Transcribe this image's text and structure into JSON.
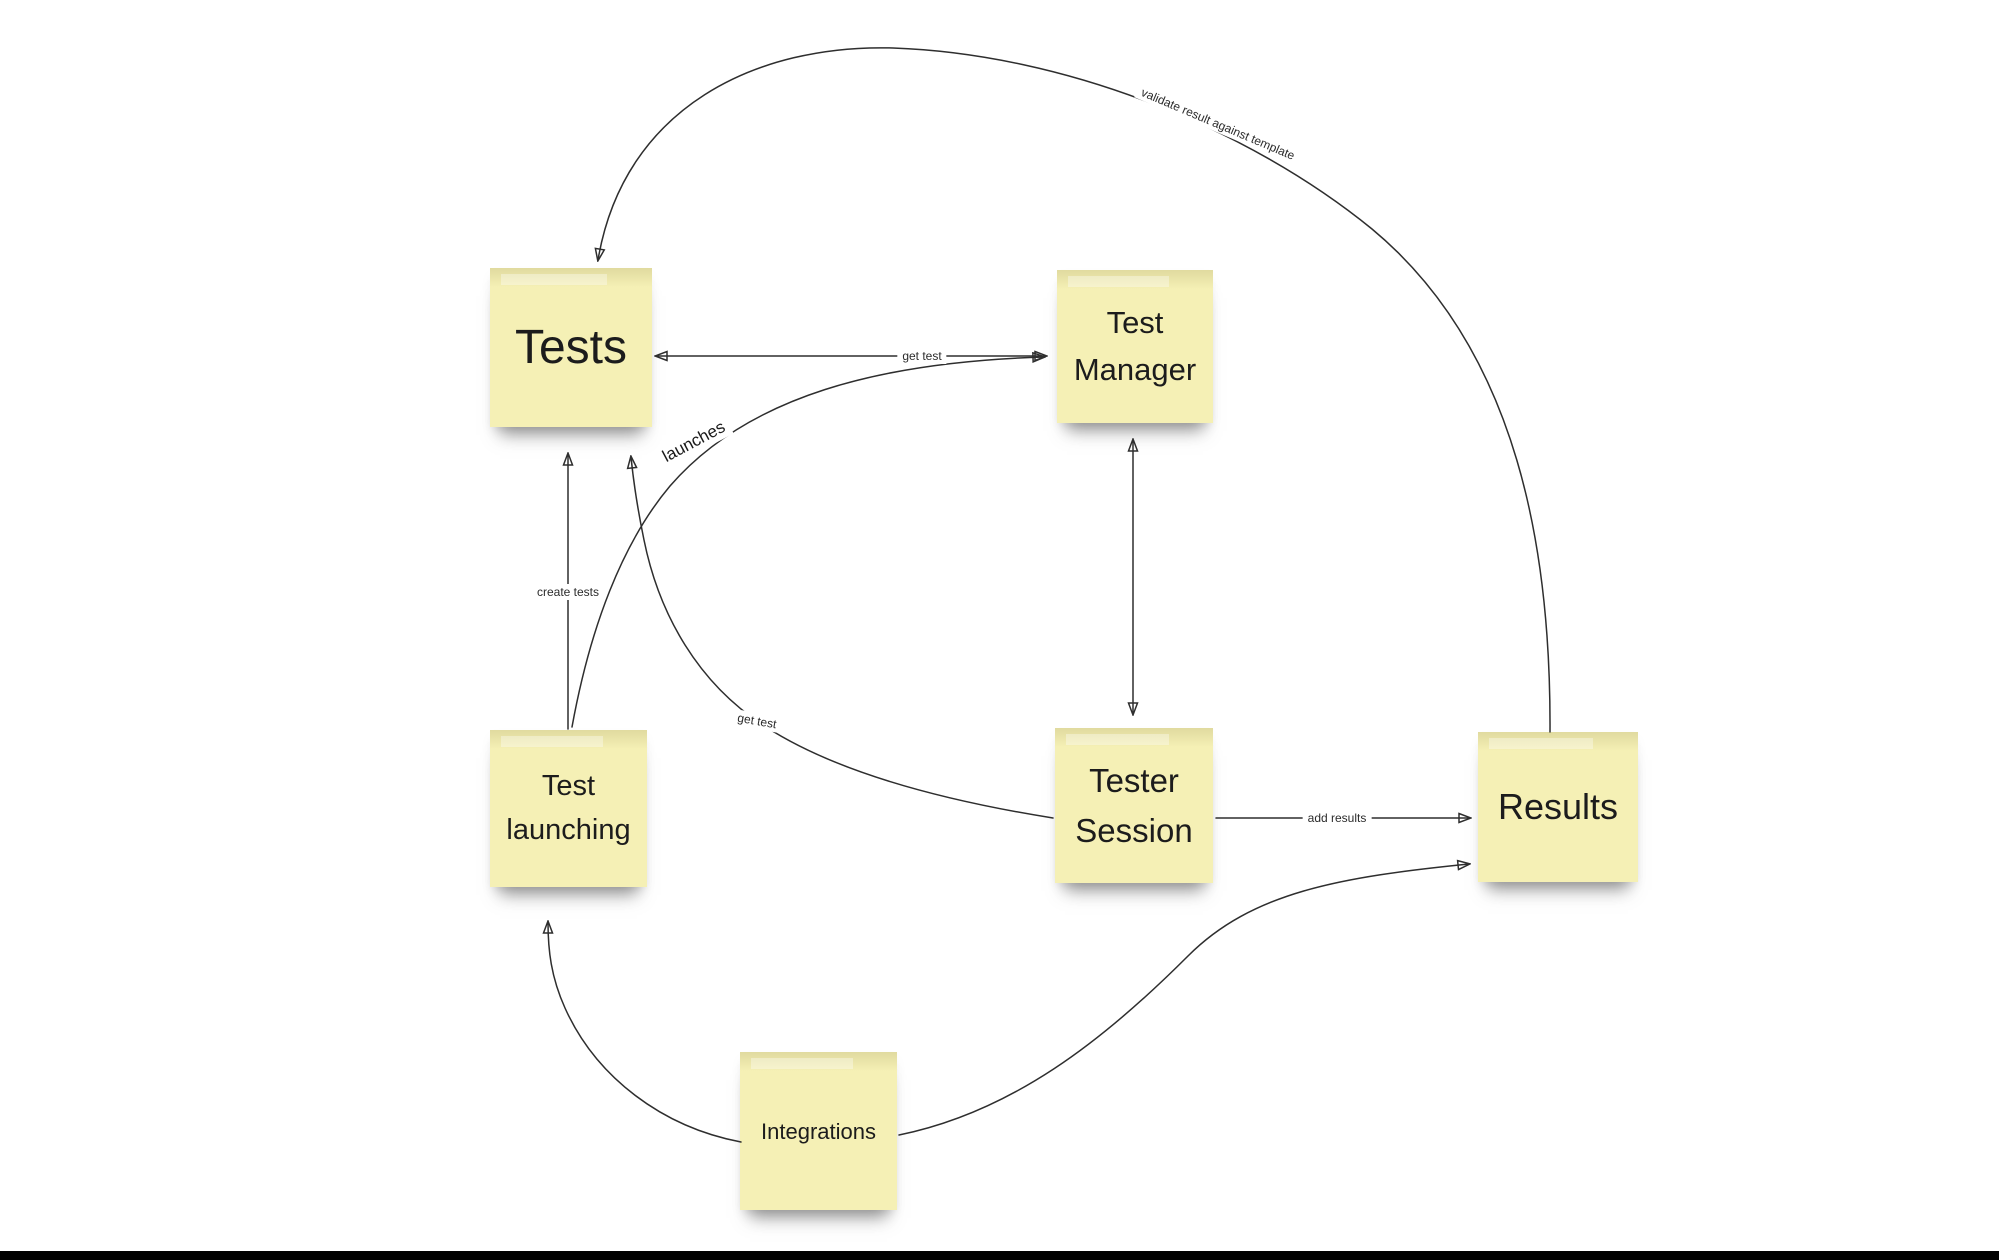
{
  "canvas": {
    "background_color": "#ffffff",
    "bottom_bar_color": "#010101"
  },
  "colors": {
    "sticky_note_fill": "#f5f0b5",
    "connector_line": "#2e2e2e",
    "note_text": "#1c1c1c",
    "label_text": "#2b2b2b"
  },
  "notes": {
    "tests": {
      "label": "Tests"
    },
    "test_manager": {
      "label": "Test Manager"
    },
    "test_launching": {
      "label": "Test launching"
    },
    "tester_session": {
      "label": "Tester Session"
    },
    "results": {
      "label": "Results"
    },
    "integrations": {
      "label": "Integrations"
    }
  },
  "connectors": {
    "validate": {
      "label": "validate result against template",
      "from": "Results",
      "to": "Tests",
      "arrowheads": "end"
    },
    "get_test_manager_tests": {
      "label": "get test",
      "from": "Tests",
      "to": "Test Manager",
      "arrowheads": "both"
    },
    "launches": {
      "label": "launches",
      "from": "Test launching",
      "to": "Test Manager",
      "arrowheads": "end"
    },
    "create_tests": {
      "label": "create tests",
      "from": "Test launching",
      "to": "Tests",
      "arrowheads": "end"
    },
    "get_test_session_tests": {
      "label": "get test",
      "from": "Tester Session",
      "to": "Tests",
      "arrowheads": "end"
    },
    "manager_session_link": {
      "label": "",
      "from": "Test Manager",
      "to": "Tester Session",
      "arrowheads": "both"
    },
    "add_results": {
      "label": "add results",
      "from": "Tester Session",
      "to": "Results",
      "arrowheads": "end"
    },
    "integrations_launching": {
      "label": "",
      "from": "Integrations",
      "to": "Test launching",
      "arrowheads": "end"
    },
    "integrations_results": {
      "label": "",
      "from": "Integrations",
      "to": "Results",
      "arrowheads": "end"
    }
  }
}
